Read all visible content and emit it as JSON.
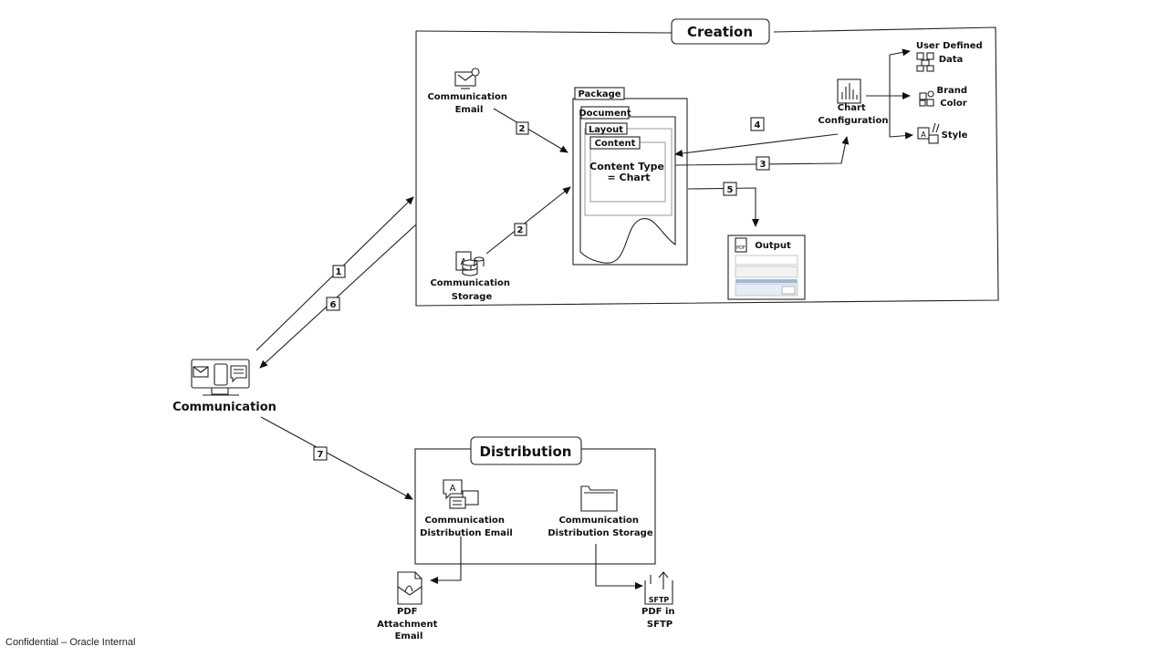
{
  "creation": {
    "title": "Creation",
    "email_label": [
      "Communication",
      "Email"
    ],
    "storage_label": [
      "Communication",
      "Storage"
    ],
    "package": "Package",
    "document": "Document",
    "layout": "Layout",
    "content": "Content",
    "content_type": [
      "Content Type",
      "= Chart"
    ],
    "chart_config": [
      "Chart",
      "Configuration"
    ],
    "user_defined": [
      "User Defined",
      "Data"
    ],
    "brand_color": [
      "Brand",
      "Color"
    ],
    "style": "Style",
    "output": "Output"
  },
  "communication": {
    "label": "Communication"
  },
  "distribution": {
    "title": "Distribution",
    "email_label": [
      "Communication",
      "Distribution Email"
    ],
    "storage_label": [
      "Communication",
      "Distribution Storage"
    ],
    "pdf_email": [
      "PDF",
      "Attachment",
      "Email"
    ],
    "pdf_sftp": [
      "PDF in",
      "SFTP"
    ],
    "sftp_tag": "SFTP"
  },
  "steps": [
    "1",
    "2",
    "2",
    "3",
    "4",
    "5",
    "6",
    "7"
  ],
  "footer": "Confidential – Oracle Internal"
}
